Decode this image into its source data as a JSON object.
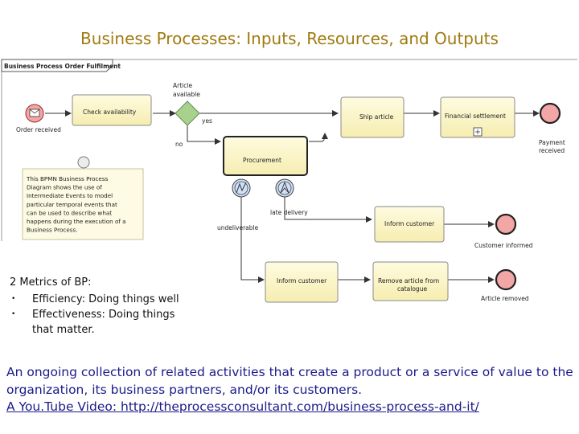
{
  "slide": {
    "title": "Business Processes: Inputs, Resources, and Outputs",
    "definition": "An ongoing collection of related activities that create a product or a service of value to the organization, its business partners, and/or its customers.",
    "video_link": "A You.Tube Video: http://theprocessconsultant.com/business-process-and-it/"
  },
  "diagram": {
    "frame_label": "Business Process Order Fulfilment",
    "events": {
      "order_received": "Order received",
      "payment_received": "Payment received",
      "customer_informed": "Customer informed",
      "article_removed": "Article removed"
    },
    "tasks": {
      "check_availability": "Check availability",
      "ship_article": "Ship article",
      "financial_settlement": "Financial settlement",
      "procurement": "Procurement",
      "inform_customer_top": "Inform customer",
      "inform_customer_bottom": "Inform customer",
      "remove_article": [
        "Remove article from",
        "catalogue"
      ]
    },
    "gateway_label": [
      "Article",
      "available"
    ],
    "flow_labels": {
      "yes": "yes",
      "no": "no",
      "late_delivery": "late delivery",
      "undeliverable": "undeliverable"
    },
    "note_lines": [
      "This BPMN Business Process",
      "Diagram shows the use of",
      "Intermediate Events to model",
      "particular temporal events that",
      "can be used to describe what",
      "happens during the execution of a",
      "Business Process."
    ],
    "colors": {
      "task_fill": "#fbf6c8",
      "event_fill": "#f3a6a6",
      "gateway_fill": "#a9d18e",
      "note_fill": "#fdfbe3"
    }
  },
  "metrics": {
    "title": "2 Metrics of BP:",
    "items": [
      "Efficiency: Doing things well",
      [
        "Effectiveness: Doing things",
        "that matter."
      ]
    ]
  }
}
